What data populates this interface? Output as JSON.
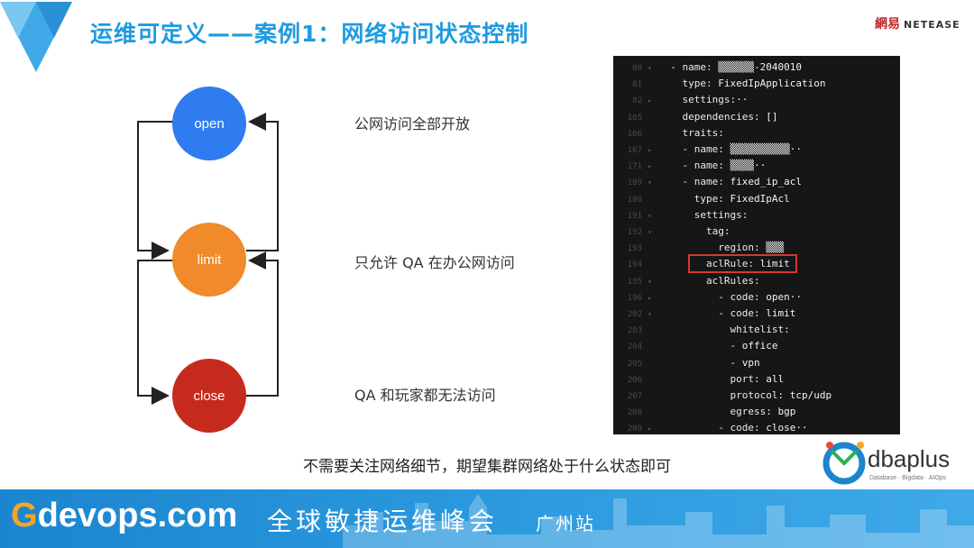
{
  "slide": {
    "title": "运维可定义——案例1：网络访问状态控制",
    "brand": {
      "cn": "網易",
      "en": "NETEASE"
    },
    "caption": "不需要关注网络细节，期望集群网络处于什么状态即可"
  },
  "diagram": {
    "states": [
      {
        "label": "open",
        "description": "公网访问全部开放",
        "color": "#2f7cf0"
      },
      {
        "label": "limit",
        "description": "只允许 QA 在办公网访问",
        "color": "#f08a2a"
      },
      {
        "label": "close",
        "description": "QA 和玩家都无法访问",
        "color": "#c62a1c"
      }
    ]
  },
  "code": {
    "lines": [
      {
        "n": "80",
        "fold": "▾",
        "indent": 1,
        "text": "- name: ",
        "value": "▒▒▒▒▒▒-2040010"
      },
      {
        "n": "81",
        "fold": "",
        "indent": 2,
        "text": "type: ",
        "value": "FixedIpApplication"
      },
      {
        "n": "82",
        "fold": "▸",
        "indent": 2,
        "text": "settings:",
        "value": "··"
      },
      {
        "n": "165",
        "fold": "",
        "indent": 2,
        "text": "dependencies: ",
        "value": "[]"
      },
      {
        "n": "166",
        "fold": "",
        "indent": 2,
        "text": "traits:",
        "value": ""
      },
      {
        "n": "167",
        "fold": "▸",
        "indent": 2,
        "text": "- name: ",
        "value": "▒▒▒▒▒▒▒▒▒▒··"
      },
      {
        "n": "171",
        "fold": "▸",
        "indent": 2,
        "text": "- name: ",
        "value": "▒▒▒▒··"
      },
      {
        "n": "189",
        "fold": "▾",
        "indent": 2,
        "text": "- name: ",
        "value": "fixed_ip_acl"
      },
      {
        "n": "190",
        "fold": "",
        "indent": 3,
        "text": "type: ",
        "value": "FixedIpAcl"
      },
      {
        "n": "191",
        "fold": "▾",
        "indent": 3,
        "text": "settings:",
        "value": ""
      },
      {
        "n": "192",
        "fold": "▾",
        "indent": 4,
        "text": "tag:",
        "value": ""
      },
      {
        "n": "193",
        "fold": "",
        "indent": 5,
        "text": "region: ",
        "value": "▒▒▒"
      },
      {
        "n": "194",
        "fold": "",
        "indent": 4,
        "text": "aclRule: ",
        "value": "limit"
      },
      {
        "n": "195",
        "fold": "▾",
        "indent": 4,
        "text": "aclRules:",
        "value": ""
      },
      {
        "n": "196",
        "fold": "▸",
        "indent": 5,
        "text": "- code: ",
        "value": "open··"
      },
      {
        "n": "202",
        "fold": "▾",
        "indent": 5,
        "text": "- code: ",
        "value": "limit"
      },
      {
        "n": "203",
        "fold": "",
        "indent": 6,
        "text": "whitelist:",
        "value": ""
      },
      {
        "n": "204",
        "fold": "",
        "indent": 6,
        "text": "- ",
        "value": "office"
      },
      {
        "n": "205",
        "fold": "",
        "indent": 6,
        "text": "- ",
        "value": "vpn"
      },
      {
        "n": "206",
        "fold": "",
        "indent": 6,
        "text": "port: ",
        "value": "all"
      },
      {
        "n": "207",
        "fold": "",
        "indent": 6,
        "text": "protocol: ",
        "value": "tcp/udp"
      },
      {
        "n": "208",
        "fold": "",
        "indent": 6,
        "text": "egress: ",
        "value": "bgp"
      },
      {
        "n": "209",
        "fold": "▸",
        "indent": 5,
        "text": "- code: ",
        "value": "close··"
      }
    ]
  },
  "dbaplus": {
    "name": "dbaplus",
    "tagline": "Database · Bigdata · AIOps"
  },
  "banner": {
    "brand_g": "G",
    "brand_rest": "devops.com",
    "subtitle": "全球敏捷运维峰会",
    "city": "广州站"
  },
  "colors": {
    "title": "#1f9be0",
    "banner": "#1b85cf",
    "accent_orange": "#f5a623"
  }
}
